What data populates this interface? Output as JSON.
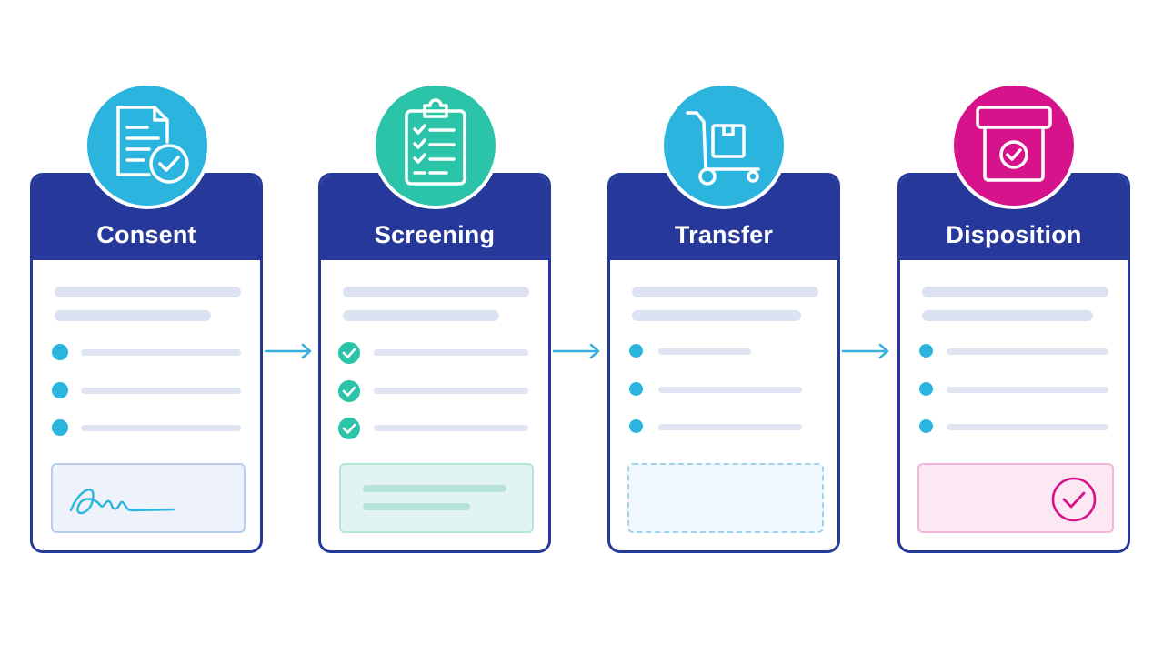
{
  "colors": {
    "navy": "#26399a",
    "cyan": "#2bb5de",
    "teal": "#2cc4a8",
    "magenta": "#d6138a",
    "arrow": "#3aaedc"
  },
  "steps": [
    {
      "title": "Consent",
      "icon": "document-check-icon",
      "accent": "#2bb5de"
    },
    {
      "title": "Screening",
      "icon": "clipboard-checklist-icon",
      "accent": "#2cc4a8"
    },
    {
      "title": "Transfer",
      "icon": "hand-truck-icon",
      "accent": "#2bb5de"
    },
    {
      "title": "Disposition",
      "icon": "box-check-icon",
      "accent": "#d6138a"
    }
  ]
}
